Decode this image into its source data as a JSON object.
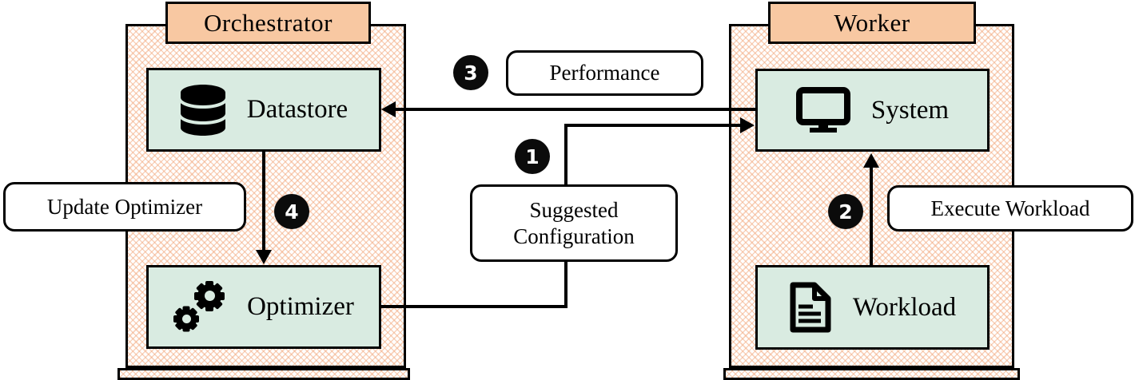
{
  "containers": {
    "orchestrator": {
      "title": "Orchestrator",
      "nodes": [
        {
          "label": "Datastore",
          "icon": "database-icon"
        },
        {
          "label": "Optimizer",
          "icon": "gears-icon"
        }
      ]
    },
    "worker": {
      "title": "Worker",
      "nodes": [
        {
          "label": "System",
          "icon": "monitor-icon"
        },
        {
          "label": "Workload",
          "icon": "document-icon"
        }
      ]
    }
  },
  "flow": {
    "steps": [
      {
        "num": "1",
        "label": "Suggested Configuration",
        "label_lines": [
          "Suggested",
          "Configuration"
        ],
        "from": "Optimizer",
        "to": "System"
      },
      {
        "num": "2",
        "label": "Execute Workload",
        "from": "Workload",
        "to": "System"
      },
      {
        "num": "3",
        "label": "Performance",
        "from": "System",
        "to": "Datastore"
      },
      {
        "num": "4",
        "label": "Update Optimizer",
        "from": "Datastore",
        "to": "Optimizer"
      }
    ]
  },
  "colors": {
    "header_fill": "#F8C8A2",
    "node_fill": "#D9EBE1",
    "pattern_hatch": "#F2A67A",
    "callout_fill": "#FFFFFF",
    "line": "#000000",
    "badge_fill": "#0B0B0B",
    "badge_text": "#FFFFFF"
  }
}
